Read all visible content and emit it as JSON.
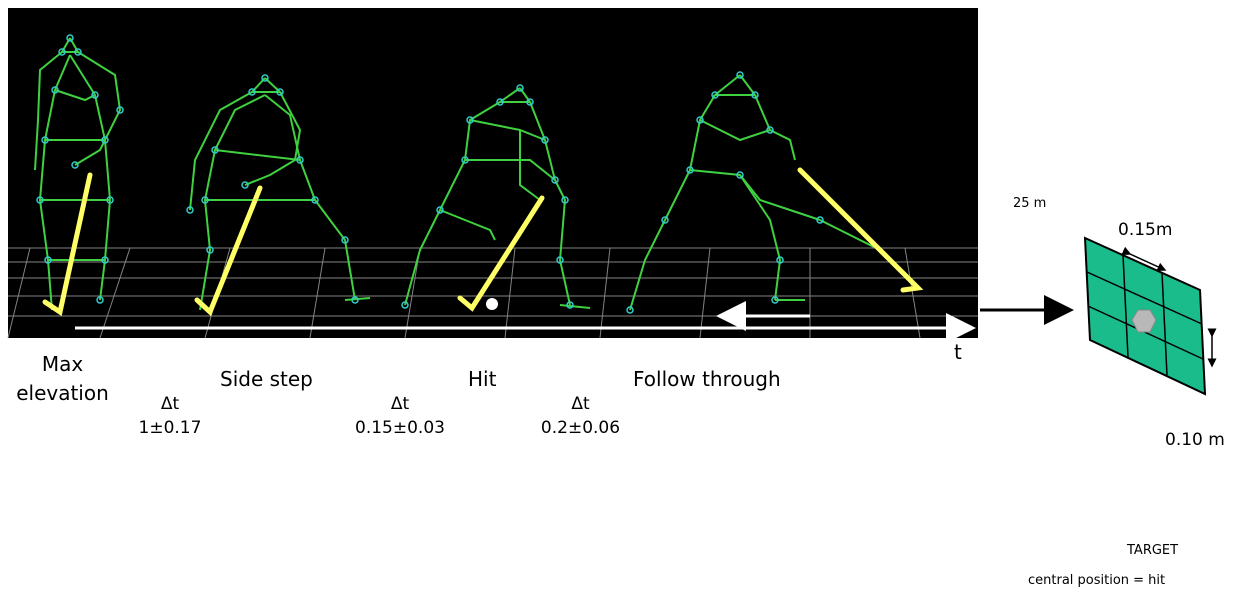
{
  "phases": [
    {
      "id": "max-elevation",
      "label_line1": "Max",
      "label_line2": "elevation"
    },
    {
      "id": "side-step",
      "label": "Side step"
    },
    {
      "id": "hit",
      "label": "Hit"
    },
    {
      "id": "follow-through",
      "label": "Follow through"
    }
  ],
  "intervals": [
    {
      "symbol": "Δt",
      "value": "1±0.17"
    },
    {
      "symbol": "Δt",
      "value": "0.15±0.03"
    },
    {
      "symbol": "Δt",
      "value": "0.2±0.06"
    }
  ],
  "time_axis_label": "t",
  "distance_label": "25 m",
  "target": {
    "width_label": "0.15m",
    "height_label": "0.10 m",
    "title": "TARGET",
    "caption": "central position = hit",
    "color": "#1abc8c"
  },
  "colors": {
    "skeleton": "#3fd13f",
    "joint": "#33cccc",
    "stick": "#ffff66",
    "background_panel": "#000000"
  }
}
